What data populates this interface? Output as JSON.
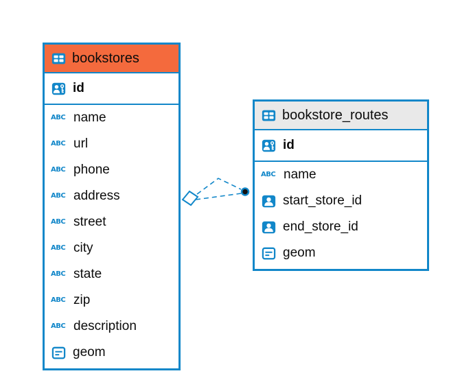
{
  "colors": {
    "table_border_blue": "#1287c9",
    "icon_blue": "#1287c9",
    "bookstores_header_bg": "#f46a3d",
    "routes_header_bg": "#e9e9e9",
    "connector_blue": "#1287c9"
  },
  "icons": {
    "abc_label": "ABC"
  },
  "tables": [
    {
      "name": "bookstores",
      "primary_key": "id",
      "columns": [
        {
          "name": "name",
          "type": "string"
        },
        {
          "name": "url",
          "type": "string"
        },
        {
          "name": "phone",
          "type": "string"
        },
        {
          "name": "address",
          "type": "string"
        },
        {
          "name": "street",
          "type": "string"
        },
        {
          "name": "city",
          "type": "string"
        },
        {
          "name": "state",
          "type": "string"
        },
        {
          "name": "zip",
          "type": "string"
        },
        {
          "name": "description",
          "type": "string"
        },
        {
          "name": "geom",
          "type": "geometry"
        }
      ]
    },
    {
      "name": "bookstore_routes",
      "primary_key": "id",
      "columns": [
        {
          "name": "name",
          "type": "string"
        },
        {
          "name": "start_store_id",
          "type": "reference"
        },
        {
          "name": "end_store_id",
          "type": "reference"
        },
        {
          "name": "geom",
          "type": "geometry"
        }
      ]
    }
  ],
  "connector": {
    "type": "dashed-relationship",
    "from_table": "bookstores",
    "to_table": "bookstore_routes",
    "from_marker": "open-diamond",
    "to_marker": "filled-dot"
  }
}
